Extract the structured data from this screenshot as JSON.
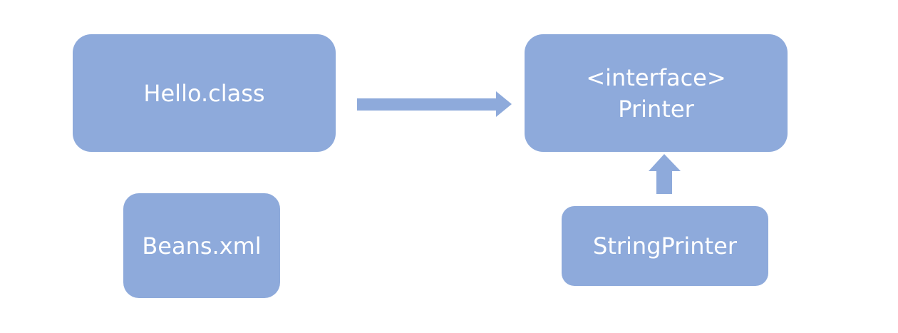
{
  "nodes": {
    "hello": {
      "label": "Hello.class"
    },
    "printer": {
      "stereotype": "<interface>",
      "label": "Printer"
    },
    "beans": {
      "label": "Beans.xml"
    },
    "string_printer": {
      "label": "StringPrinter"
    }
  },
  "colors": {
    "node_fill": "#8eaadb",
    "arrow_fill": "#8eaadb",
    "text": "#ffffff",
    "background": "#ffffff"
  }
}
